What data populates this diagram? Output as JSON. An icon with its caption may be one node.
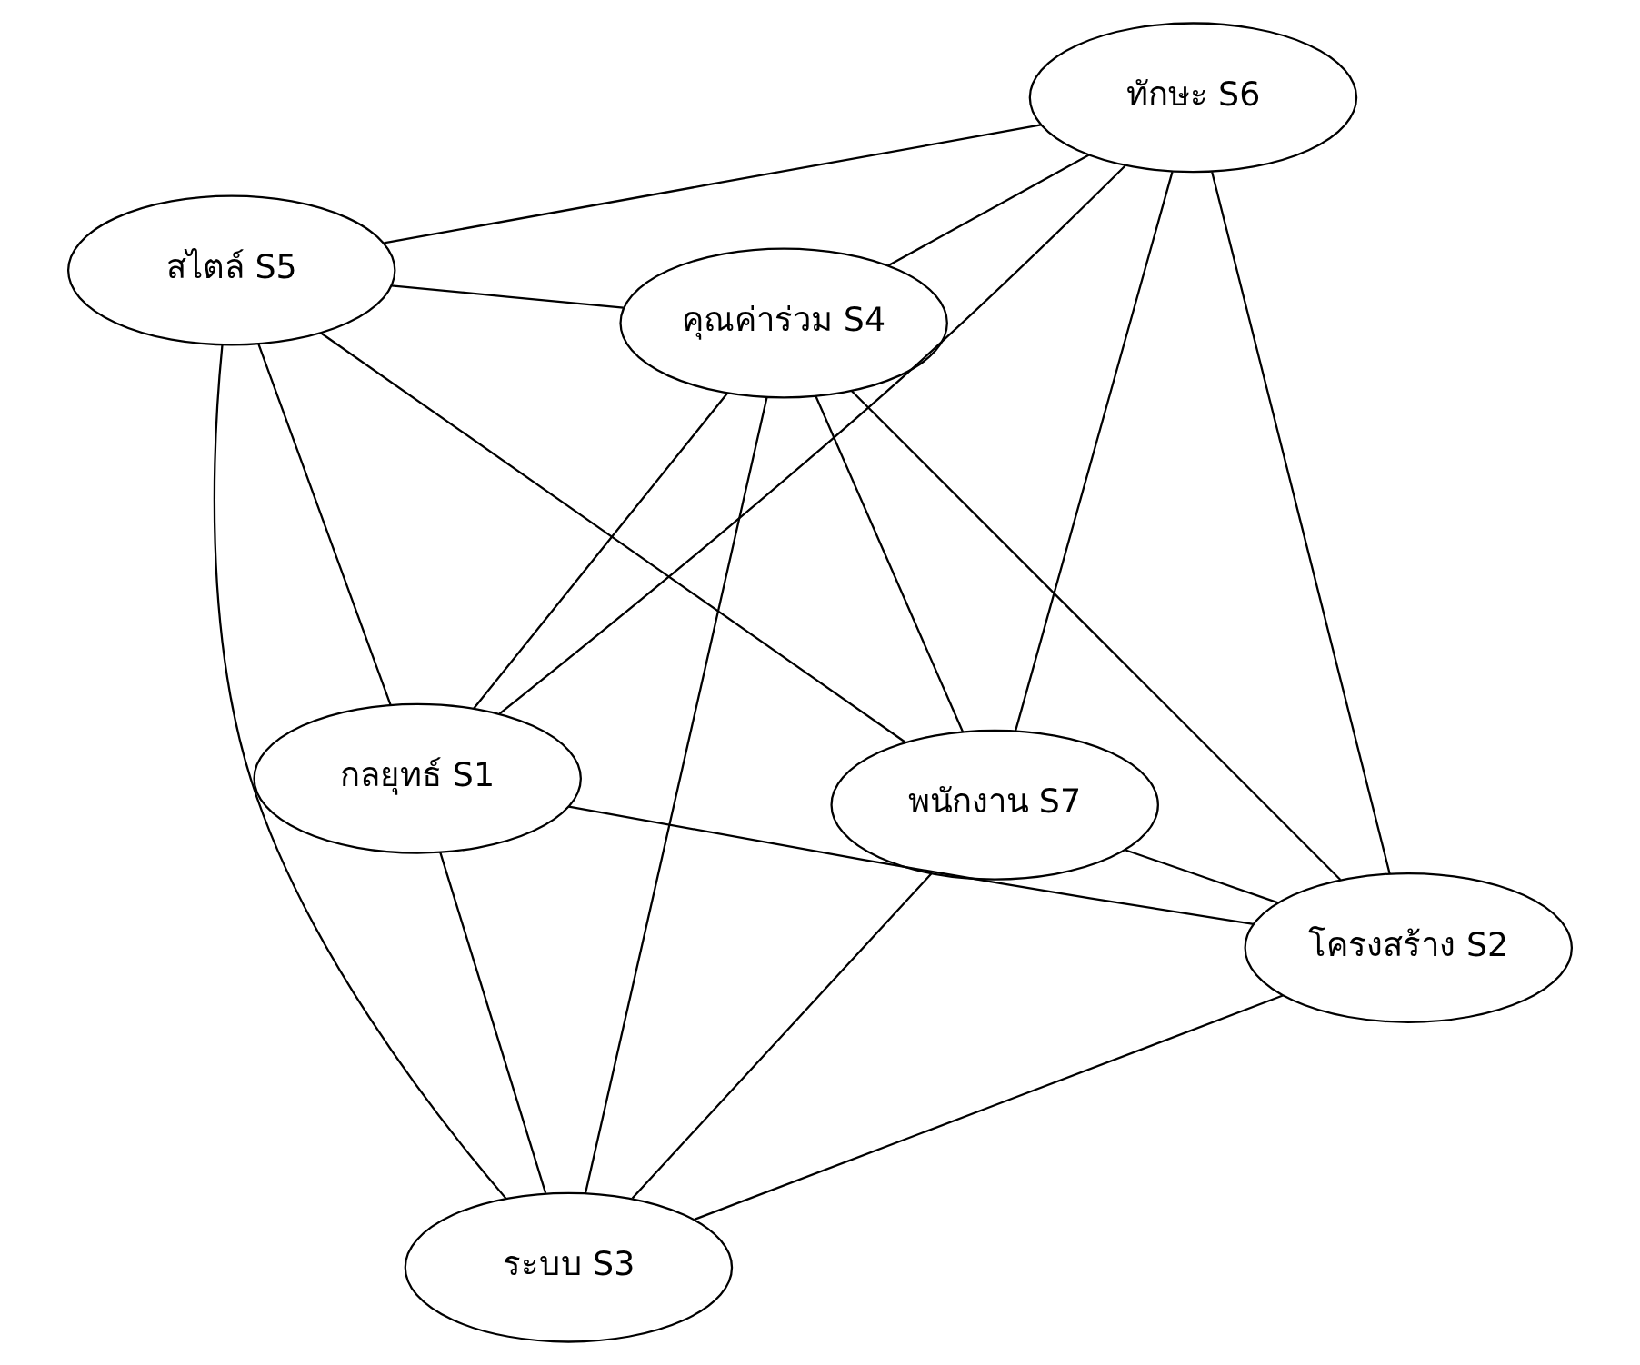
{
  "diagram": {
    "nodes": [
      {
        "text": [
          "กลยุทธ์ S1"
        ]
      },
      {
        "text": [
          "โครงสร้าง S2"
        ]
      },
      {
        "text": [
          "ระบบ S3"
        ]
      },
      {
        "text": [
          "คุณค่าร่วม S4"
        ]
      },
      {
        "text": [
          "ทักษะ S6"
        ]
      },
      {
        "text": [
          "สไตล์ S5"
        ]
      },
      {
        "text": [
          "พนักงาน S7"
        ]
      }
    ],
    "edges": [
      {
        "from": 0,
        "to": 1,
        "arrow": "none"
      },
      {
        "from": 0,
        "to": 2,
        "arrow": "none"
      },
      {
        "from": 0,
        "to": 3,
        "arrow": "none"
      },
      {
        "from": 0,
        "to": 4,
        "arrow": "none"
      },
      {
        "from": 0,
        "to": 5,
        "arrow": "none"
      },
      {
        "from": 1,
        "to": 2,
        "arrow": "none"
      },
      {
        "from": 1,
        "to": 3,
        "arrow": "none"
      },
      {
        "from": 1,
        "to": 4,
        "arrow": "none"
      },
      {
        "from": 1,
        "to": 6,
        "arrow": "none"
      },
      {
        "from": 2,
        "to": 3,
        "arrow": "none"
      },
      {
        "from": 2,
        "to": 5,
        "arrow": "none"
      },
      {
        "from": 2,
        "to": 6,
        "arrow": "none"
      },
      {
        "from": 3,
        "to": 4,
        "arrow": "none"
      },
      {
        "from": 3,
        "to": 5,
        "arrow": "none"
      },
      {
        "from": 3,
        "to": 6,
        "arrow": "none"
      },
      {
        "from": 4,
        "to": 5,
        "arrow": "none"
      },
      {
        "from": 4,
        "to": 6,
        "arrow": "none"
      },
      {
        "from": 5,
        "to": 6,
        "arrow": "none"
      }
    ]
  }
}
